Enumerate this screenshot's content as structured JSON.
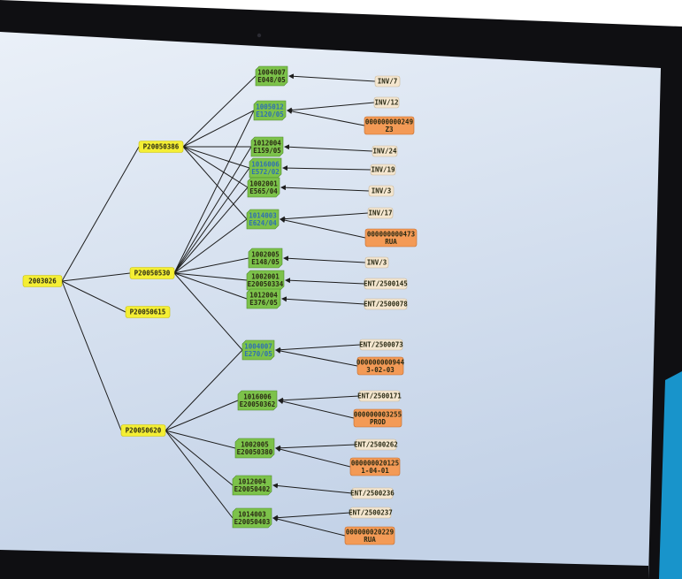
{
  "colors": {
    "root": "#f4ee34",
    "order": "#f4ee34",
    "item": "#7cc24a",
    "invoice": "#f4e6cf",
    "payment": "#f39a56",
    "edge": "#1d1d1d",
    "blue_text": "#2f6fb3",
    "screen_top": "#e6edf7",
    "screen_bottom": "#c4d3e8"
  },
  "tree": {
    "root": {
      "id": "root",
      "label": [
        "2003026"
      ]
    },
    "orders": [
      {
        "id": "o1",
        "label": [
          "P20050386"
        ]
      },
      {
        "id": "o2",
        "label": [
          "P20050530"
        ]
      },
      {
        "id": "o3",
        "label": [
          "P20050615"
        ]
      },
      {
        "id": "o4",
        "label": [
          "P20050620"
        ]
      }
    ],
    "items": [
      {
        "id": "i1",
        "label": [
          "1004007",
          "E048/05"
        ]
      },
      {
        "id": "i2",
        "label": [
          "1005012",
          "E120/05"
        ],
        "blue": true
      },
      {
        "id": "i3",
        "label": [
          "1012004",
          "E159/05"
        ]
      },
      {
        "id": "i4",
        "label": [
          "1016006",
          "E572/02"
        ],
        "blue": true
      },
      {
        "id": "i5",
        "label": [
          "1002001",
          "E565/04"
        ]
      },
      {
        "id": "i6",
        "label": [
          "1014003",
          "E624/04"
        ],
        "blue": true
      },
      {
        "id": "i7",
        "label": [
          "1002005",
          "E148/05"
        ]
      },
      {
        "id": "i8",
        "label": [
          "1002001",
          "E20050334"
        ]
      },
      {
        "id": "i9",
        "label": [
          "1012004",
          "E376/05"
        ]
      },
      {
        "id": "i10",
        "label": [
          "1004007",
          "E270/05"
        ],
        "blue": true
      },
      {
        "id": "i11",
        "label": [
          "1016006",
          "E20050362"
        ]
      },
      {
        "id": "i12",
        "label": [
          "1002005",
          "E20050380"
        ]
      },
      {
        "id": "i13",
        "label": [
          "1012004",
          "E20050402"
        ]
      },
      {
        "id": "i14",
        "label": [
          "1014003",
          "E20050403"
        ]
      }
    ],
    "docs": [
      {
        "id": "d1",
        "kind": "invoice",
        "label": [
          "INV/7"
        ]
      },
      {
        "id": "d2",
        "kind": "invoice",
        "label": [
          "INV/12"
        ]
      },
      {
        "id": "d3",
        "kind": "payment",
        "label": [
          "000000000249",
          "Z3"
        ]
      },
      {
        "id": "d4",
        "kind": "invoice",
        "label": [
          "INV/24"
        ]
      },
      {
        "id": "d5",
        "kind": "invoice",
        "label": [
          "INV/19"
        ]
      },
      {
        "id": "d6",
        "kind": "invoice",
        "label": [
          "INV/3"
        ]
      },
      {
        "id": "d7",
        "kind": "invoice",
        "label": [
          "INV/17"
        ]
      },
      {
        "id": "d8",
        "kind": "payment",
        "label": [
          "000000000473",
          "RUA"
        ]
      },
      {
        "id": "d9",
        "kind": "invoice",
        "label": [
          "INV/3"
        ]
      },
      {
        "id": "d10",
        "kind": "invoice",
        "label": [
          "ENT/2500145"
        ]
      },
      {
        "id": "d11",
        "kind": "invoice",
        "label": [
          "ENT/2500078"
        ]
      },
      {
        "id": "d12",
        "kind": "invoice",
        "label": [
          "ENT/2500073"
        ]
      },
      {
        "id": "d13",
        "kind": "payment",
        "label": [
          "000000000944",
          "3-02-03"
        ]
      },
      {
        "id": "d14",
        "kind": "invoice",
        "label": [
          "ENT/2500171"
        ]
      },
      {
        "id": "d15",
        "kind": "payment",
        "label": [
          "000000003255",
          "PROD"
        ]
      },
      {
        "id": "d16",
        "kind": "invoice",
        "label": [
          "ENT/2500262"
        ]
      },
      {
        "id": "d17",
        "kind": "payment",
        "label": [
          "000000020125",
          "1-04-01"
        ]
      },
      {
        "id": "d18",
        "kind": "invoice",
        "label": [
          "ENT/2500236"
        ]
      },
      {
        "id": "d19",
        "kind": "invoice",
        "label": [
          "ENT/2500237"
        ]
      },
      {
        "id": "d20",
        "kind": "payment",
        "label": [
          "000000020229",
          "RUA"
        ]
      }
    ],
    "edges": [
      [
        "root",
        "o1"
      ],
      [
        "root",
        "o2"
      ],
      [
        "root",
        "o3"
      ],
      [
        "root",
        "o4"
      ],
      [
        "o1",
        "i1"
      ],
      [
        "o1",
        "i2"
      ],
      [
        "o1",
        "i3"
      ],
      [
        "o1",
        "i4"
      ],
      [
        "o1",
        "i5"
      ],
      [
        "o1",
        "i6"
      ],
      [
        "o2",
        "i2"
      ],
      [
        "o2",
        "i3"
      ],
      [
        "o2",
        "i4"
      ],
      [
        "o2",
        "i5"
      ],
      [
        "o2",
        "i6"
      ],
      [
        "o2",
        "i7"
      ],
      [
        "o2",
        "i8"
      ],
      [
        "o2",
        "i9"
      ],
      [
        "o2",
        "i10"
      ],
      [
        "o4",
        "i10"
      ],
      [
        "o4",
        "i11"
      ],
      [
        "o4",
        "i12"
      ],
      [
        "o4",
        "i13"
      ],
      [
        "o4",
        "i14"
      ],
      [
        "d1",
        "i1"
      ],
      [
        "d2",
        "i2"
      ],
      [
        "d3",
        "i2"
      ],
      [
        "d4",
        "i3"
      ],
      [
        "d5",
        "i4"
      ],
      [
        "d6",
        "i5"
      ],
      [
        "d7",
        "i6"
      ],
      [
        "d8",
        "i6"
      ],
      [
        "d9",
        "i7"
      ],
      [
        "d10",
        "i8"
      ],
      [
        "d11",
        "i9"
      ],
      [
        "d12",
        "i10"
      ],
      [
        "d13",
        "i10"
      ],
      [
        "d14",
        "i11"
      ],
      [
        "d15",
        "i11"
      ],
      [
        "d16",
        "i12"
      ],
      [
        "d17",
        "i12"
      ],
      [
        "d18",
        "i13"
      ],
      [
        "d19",
        "i14"
      ],
      [
        "d20",
        "i14"
      ]
    ]
  }
}
